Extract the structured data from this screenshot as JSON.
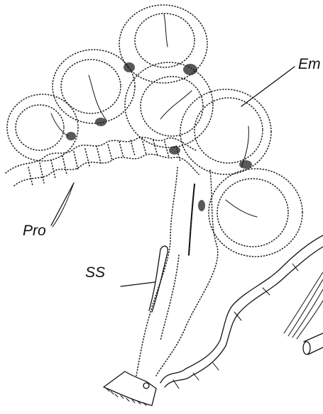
{
  "figure": {
    "labels": {
      "em": "Em",
      "pro": "Pro",
      "ss": "SS"
    }
  }
}
